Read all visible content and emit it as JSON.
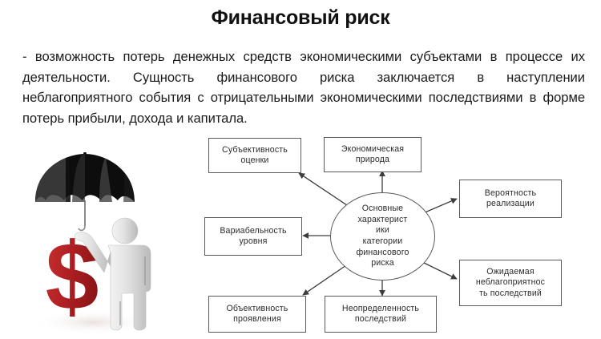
{
  "slide": {
    "title": "Финансовый риск",
    "definition": "- возможность потерь денежных средств экономическими субъектами в процессе их деятельности. Сущность финансового риска заключается в наступлении неблагоприятного события с отрицательными экономическими последствиями в форме потерь прибыли, дохода и капитала.",
    "background_color": "#ffffff",
    "text_color": "#1b1b1b"
  },
  "illustration": {
    "name": "businessman-with-umbrella-over-dollar",
    "umbrella_color": "#111111",
    "umbrella_panel_color": "#3b3b3b",
    "figure_color": "#dcdcdc",
    "dollar_color": "#b01f23",
    "dollar_symbol": "$"
  },
  "diagram": {
    "type": "hub-and-spoke",
    "center": {
      "label": "Основные характеристики категории финансового риска",
      "lines": [
        "Основные",
        "характерист",
        "ики",
        "категории",
        "финансового",
        "риска"
      ]
    },
    "nodes": [
      {
        "id": "subjectivity",
        "lines": [
          "Субъективность",
          "оценки"
        ],
        "label": "Субъективность оценки"
      },
      {
        "id": "economic",
        "lines": [
          "Экономическая",
          "природа"
        ],
        "label": "Экономическая природа"
      },
      {
        "id": "probability",
        "lines": [
          "Вероятность",
          "реализации"
        ],
        "label": "Вероятность реализации"
      },
      {
        "id": "variability",
        "lines": [
          "Вариабельность",
          "уровня"
        ],
        "label": "Вариабельность уровня"
      },
      {
        "id": "expected",
        "lines": [
          "Ожидаемая",
          "неблагоприятнос",
          "ть последствий"
        ],
        "label": "Ожидаемая неблагоприятность последствий"
      },
      {
        "id": "objectivity",
        "lines": [
          "Объективность",
          "проявления"
        ],
        "label": "Объективность проявления"
      },
      {
        "id": "uncertainty",
        "lines": [
          "Неопределенность",
          "последствий"
        ],
        "label": "Неопределенность последствий"
      }
    ],
    "edge_color": "#3d3d3d",
    "border_color": "#595959"
  }
}
